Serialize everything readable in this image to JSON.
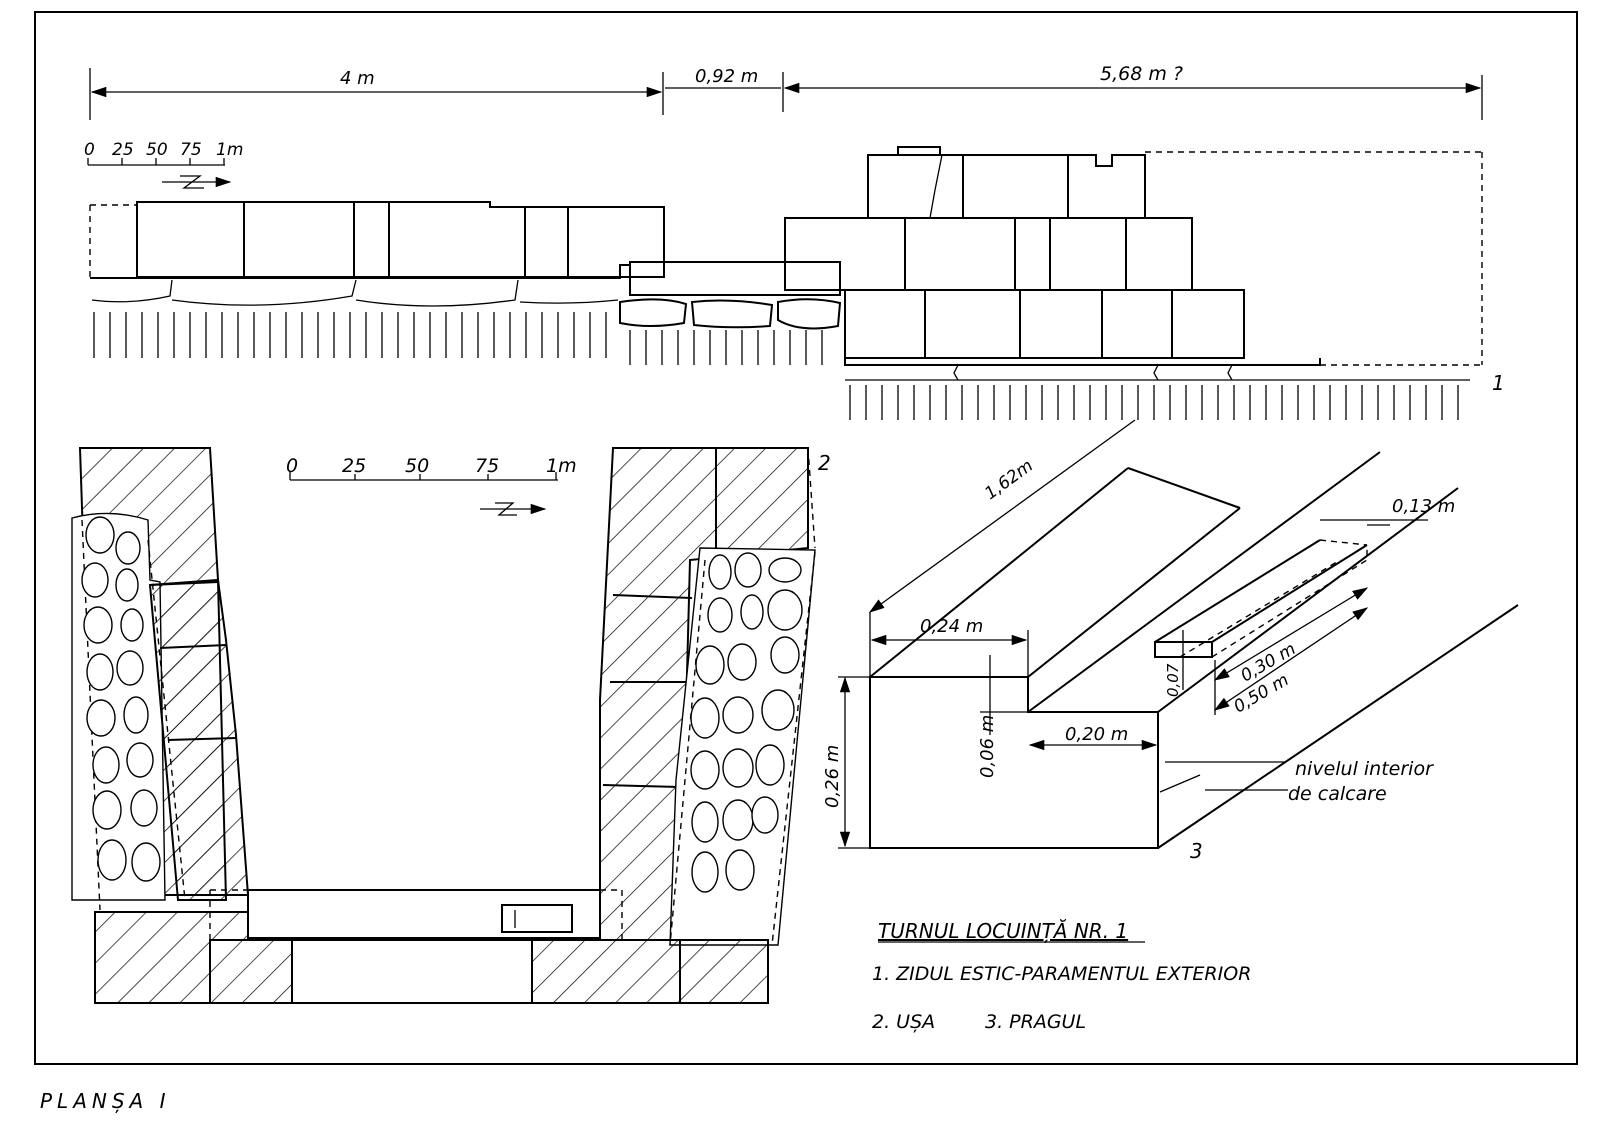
{
  "elevation": {
    "dim_left": "4 m",
    "dim_mid": "0,92 m",
    "dim_right": "5,68 m ?",
    "scale_ticks": [
      "0",
      "25",
      "50",
      "75",
      "1m"
    ],
    "label": "1"
  },
  "plan": {
    "scale_ticks": [
      "0",
      "25",
      "50",
      "75",
      "1m"
    ],
    "label": "2"
  },
  "threshold": {
    "length": "1,62m",
    "top_width": "0,24 m",
    "step_depth": "0,06 m",
    "step_width": "0,20 m",
    "height": "0,26 m",
    "socket_width": "0,13 m",
    "socket_depth": "0,07",
    "socket_length": "0,30 m",
    "slot_length": "0,50 m",
    "note_line1": "nivelul interior",
    "note_line2": "de calcare",
    "label": "3"
  },
  "legend": {
    "title": "TURNUL LOCUINȚĂ NR. 1",
    "item1": "1. ZIDUL ESTIC-PARAMENTUL EXTERIOR",
    "item2": "2. UȘA",
    "item3": "3. PRAGUL"
  },
  "plate_caption": "PLANȘA I",
  "icons": [
    "north-arrow-icon"
  ]
}
